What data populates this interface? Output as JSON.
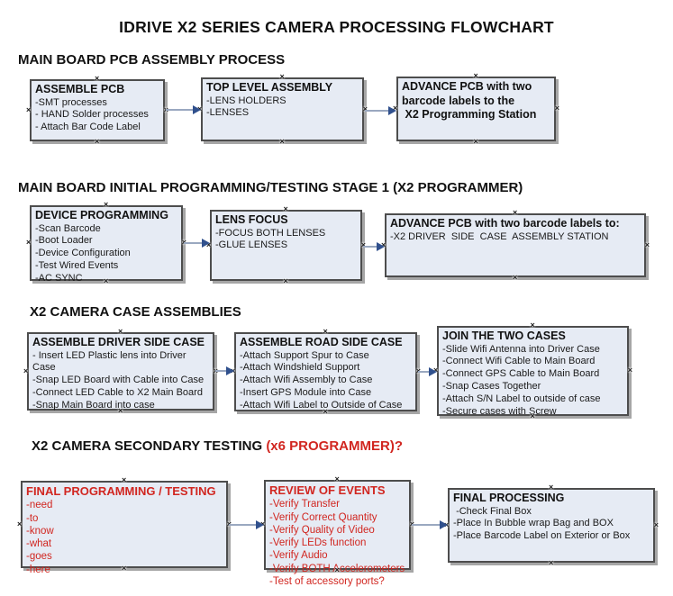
{
  "title": "IDRIVE X2  SERIES CAMERA PROCESSING FLOWCHART",
  "colors": {
    "box_fill": "#e6ebf4",
    "box_border": "#4d4d4d",
    "arrow_line": "#9aa8c0",
    "arrow_head": "#30508d",
    "red_text": "#d12620"
  },
  "anchor_glyph": "×",
  "sections": [
    {
      "heading": "MAIN BOARD PCB ASSEMBLY PROCESS",
      "heading_red": "",
      "boxes": [
        {
          "title": "ASSEMBLE PCB",
          "lines": [
            "-SMT processes",
            "- HAND Solder processes",
            "- Attach Bar Code Label"
          ]
        },
        {
          "title": "TOP LEVEL ASSEMBLY",
          "lines": [
            "-LENS HOLDERS",
            "-LENSES"
          ]
        },
        {
          "title": "ADVANCE PCB with two barcode labels to the\n X2 Programming Station",
          "lines": []
        }
      ]
    },
    {
      "heading": "MAIN BOARD INITIAL PROGRAMMING/TESTING STAGE 1 (X2 PROGRAMMER)",
      "heading_red": "",
      "boxes": [
        {
          "title": "DEVICE PROGRAMMING",
          "lines": [
            "-Scan Barcode",
            "-Boot Loader",
            "-Device Configuration",
            "-Test Wired Events",
            "-AC SYNC"
          ]
        },
        {
          "title": "LENS FOCUS",
          "lines": [
            "-FOCUS BOTH LENSES",
            "-GLUE LENSES"
          ]
        },
        {
          "title": "ADVANCE PCB with two barcode labels to:",
          "lines": [
            "-X2 DRIVER  SIDE  CASE  ASSEMBLY STATION"
          ]
        }
      ]
    },
    {
      "heading": "X2 CAMERA CASE ASSEMBLIES",
      "heading_red": "",
      "boxes": [
        {
          "title": "ASSEMBLE DRIVER SIDE CASE",
          "lines": [
            "- Insert LED Plastic lens into Driver Case",
            "-Snap LED Board with Cable into Case",
            "-Connect LED Cable to X2 Main Board",
            "-Snap Main Board into case"
          ]
        },
        {
          "title": "ASSEMBLE ROAD SIDE CASE",
          "lines": [
            "-Attach Support Spur to Case",
            "-Attach Windshield Support",
            "-Attach Wifi Assembly to Case",
            "-Insert GPS Module into Case",
            "-Attach Wifi Label to Outside of Case"
          ]
        },
        {
          "title": "JOIN THE TWO CASES",
          "lines": [
            "-Slide Wifi Antenna into Driver Case",
            "-Connect Wifi Cable to Main Board",
            "-Connect GPS Cable to Main Board",
            "-Snap Cases Together",
            "-Attach S/N Label to outside of case",
            "-Secure cases with Screw"
          ]
        }
      ]
    },
    {
      "heading": "X2 CAMERA SECONDARY TESTING  ",
      "heading_red": "(x6 PROGRAMMER)?",
      "boxes": [
        {
          "title": "FINAL PROGRAMMING / TESTING",
          "lines": [
            "-need",
            "-to",
            "-know",
            "-what",
            "-goes",
            "-here"
          ]
        },
        {
          "title": "REVIEW OF EVENTS",
          "lines": [
            "-Verify Transfer",
            "-Verify Correct Quantity",
            "-Verify Quality of Video",
            "-Verify LEDs function",
            "-Verify Audio",
            "-Verify BOTH Accelerometers",
            "-Test of accessory ports?"
          ]
        },
        {
          "title": "FINAL PROCESSING",
          "lines": [
            " -Check Final Box",
            "-Place In Bubble wrap Bag and BOX",
            "-Place Barcode Label on Exterior or Box"
          ]
        }
      ]
    }
  ]
}
